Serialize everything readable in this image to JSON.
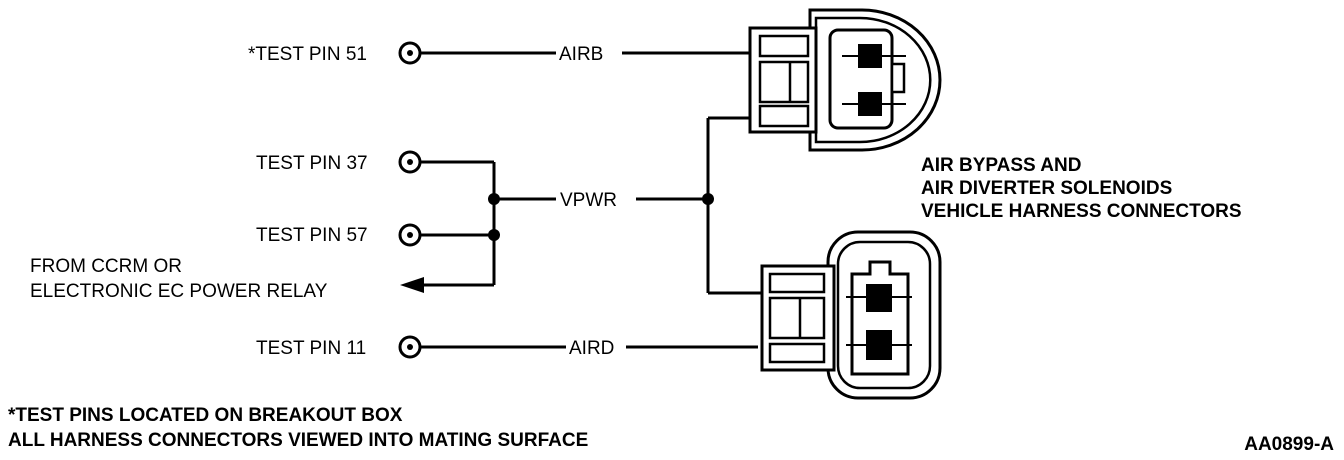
{
  "pins": {
    "pin51": "*TEST PIN 51",
    "pin37": "TEST PIN 37",
    "pin57": "TEST PIN 57",
    "pin11": "TEST PIN 11"
  },
  "wires": {
    "airb": "AIRB",
    "vpwr": "VPWR",
    "aird": "AIRD"
  },
  "source": {
    "line1": "FROM CCRM OR",
    "line2": "ELECTRONIC EC POWER RELAY"
  },
  "connectors_caption": {
    "line1": "AIR BYPASS AND",
    "line2": "AIR DIVERTER SOLENOIDS",
    "line3": "VEHICLE HARNESS CONNECTORS"
  },
  "notes": {
    "line1": "*TEST PINS LOCATED ON BREAKOUT BOX",
    "line2": "ALL HARNESS CONNECTORS VIEWED INTO MATING SURFACE"
  },
  "figure_id": "AA0899-A"
}
